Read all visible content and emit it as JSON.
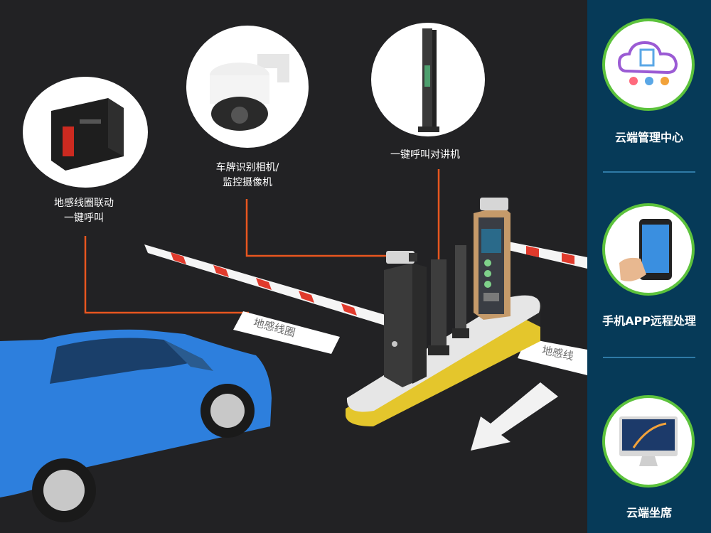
{
  "callouts": {
    "loop_detector": {
      "line1": "地感线圈联动",
      "line2": "一键呼叫"
    },
    "lpr_camera": {
      "line1": "车牌识别相机/",
      "line2": "监控摄像机"
    },
    "intercom": {
      "line1": "一键呼叫对讲机"
    }
  },
  "floor_labels": {
    "left": "地感线圈",
    "right": "地感线"
  },
  "side_panel": {
    "items": [
      {
        "label": "云端管理中心",
        "icon": "cloud-management-icon"
      },
      {
        "label": "手机APP远程处理",
        "icon": "mobile-phone-icon"
      },
      {
        "label": "云端坐席",
        "icon": "imac-desktop-icon"
      }
    ]
  },
  "colors": {
    "leader_line": "#e8561f",
    "panel_bg": "#063a58",
    "ring": "#5cc23c",
    "car": "#2d7fdd",
    "barrier_stripe": "#e03a2c"
  }
}
